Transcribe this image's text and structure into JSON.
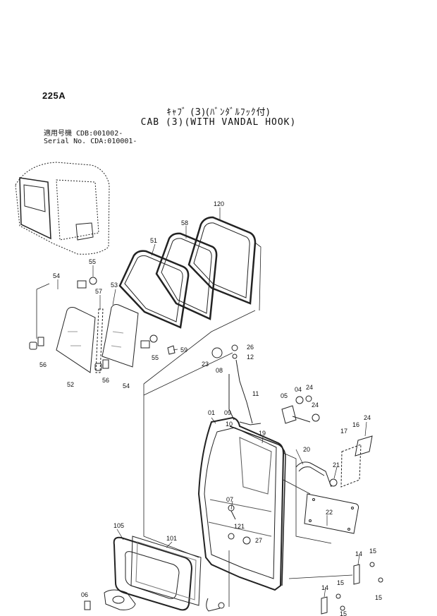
{
  "page_number": "225A",
  "title_jp": "ｷｬﾌﾞ (3)(ﾊﾞﾝﾀﾞﾙﾌｯｸ付)",
  "title_en": "CAB (3)(WITH VANDAL HOOK)",
  "serial": {
    "line1": "適用号機 CDB:001002-",
    "line2": "Serial No. CDA:010001-"
  },
  "callouts": {
    "c120": "120",
    "c58": "58",
    "c51": "51",
    "c55a": "55",
    "c54a": "54",
    "c53": "53",
    "c57": "57",
    "c59": "59",
    "c55b": "55",
    "c56a": "56",
    "c52": "52",
    "c56b": "56",
    "c54b": "54",
    "c26": "26",
    "c12": "12",
    "c23": "23",
    "c08": "08",
    "c11": "11",
    "c05": "05",
    "c04": "04",
    "c24a": "24",
    "c09": "09",
    "c10": "10",
    "c24b": "24",
    "c01": "01",
    "c19": "19",
    "c24c": "24",
    "c16": "16",
    "c17": "17",
    "c20": "20",
    "c21": "21",
    "c07": "07",
    "c22": "22",
    "c121": "121",
    "c27": "27",
    "c105": "105",
    "c101": "101",
    "c14a": "14",
    "c15a": "15",
    "c15b": "15",
    "c14b": "14",
    "c15c": "15",
    "c15d": "15",
    "c06": "06"
  }
}
